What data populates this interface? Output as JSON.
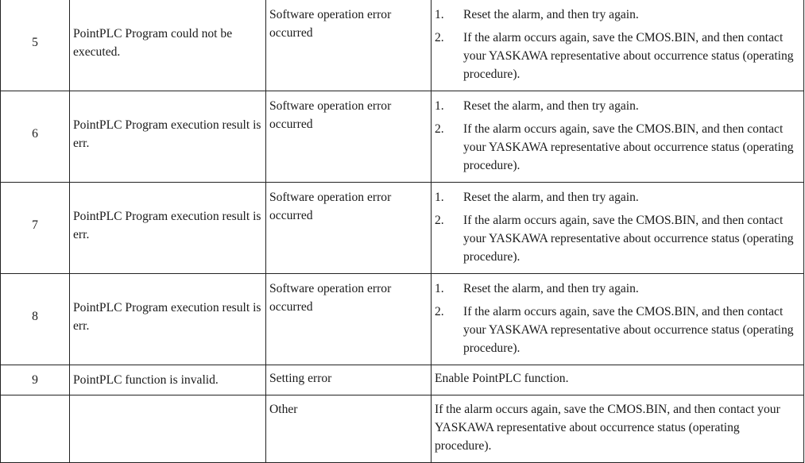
{
  "rows": [
    {
      "no": "5",
      "message": "PointPLC Program could not be executed.",
      "cause": "Software operation error occurred",
      "steps": [
        {
          "num": "1.",
          "text": "Reset the alarm, and then try again."
        },
        {
          "num": "2.",
          "text": "If the alarm occurs again, save the CMOS.BIN, and then contact your YASKAWA representative about occurrence status (operating procedure)."
        }
      ]
    },
    {
      "no": "6",
      "message": "PointPLC Program execution result is err.",
      "cause": "Software operation error occurred",
      "steps": [
        {
          "num": "1.",
          "text": "Reset the alarm, and then try again."
        },
        {
          "num": "2.",
          "text": "If the alarm occurs again, save the CMOS.BIN, and then contact your YASKAWA representative about occurrence status (operating procedure)."
        }
      ]
    },
    {
      "no": "7",
      "message": "PointPLC Program execution result is err.",
      "cause": "Software operation error occurred",
      "steps": [
        {
          "num": "1.",
          "text": "Reset the alarm, and then try again."
        },
        {
          "num": "2.",
          "text": "If the alarm occurs again, save the CMOS.BIN, and then contact your YASKAWA representative about occurrence status (operating procedure)."
        }
      ]
    },
    {
      "no": "8",
      "message": "PointPLC Program execution result is err.",
      "cause": "Software operation error occurred",
      "steps": [
        {
          "num": "1.",
          "text": "Reset the alarm, and then try again."
        },
        {
          "num": "2.",
          "text": "If the alarm occurs again, save the CMOS.BIN, and then contact your YASKAWA representative about occurrence status (operating procedure)."
        }
      ]
    },
    {
      "no": "9",
      "message": "PointPLC function is invalid.",
      "cause": "Setting error",
      "remedy": "Enable PointPLC function."
    },
    {
      "no": "",
      "message": "",
      "cause": "Other",
      "remedy": "If the alarm occurs again, save the CMOS.BIN, and then contact your YASKAWA representative about occurrence status (operating procedure)."
    }
  ]
}
